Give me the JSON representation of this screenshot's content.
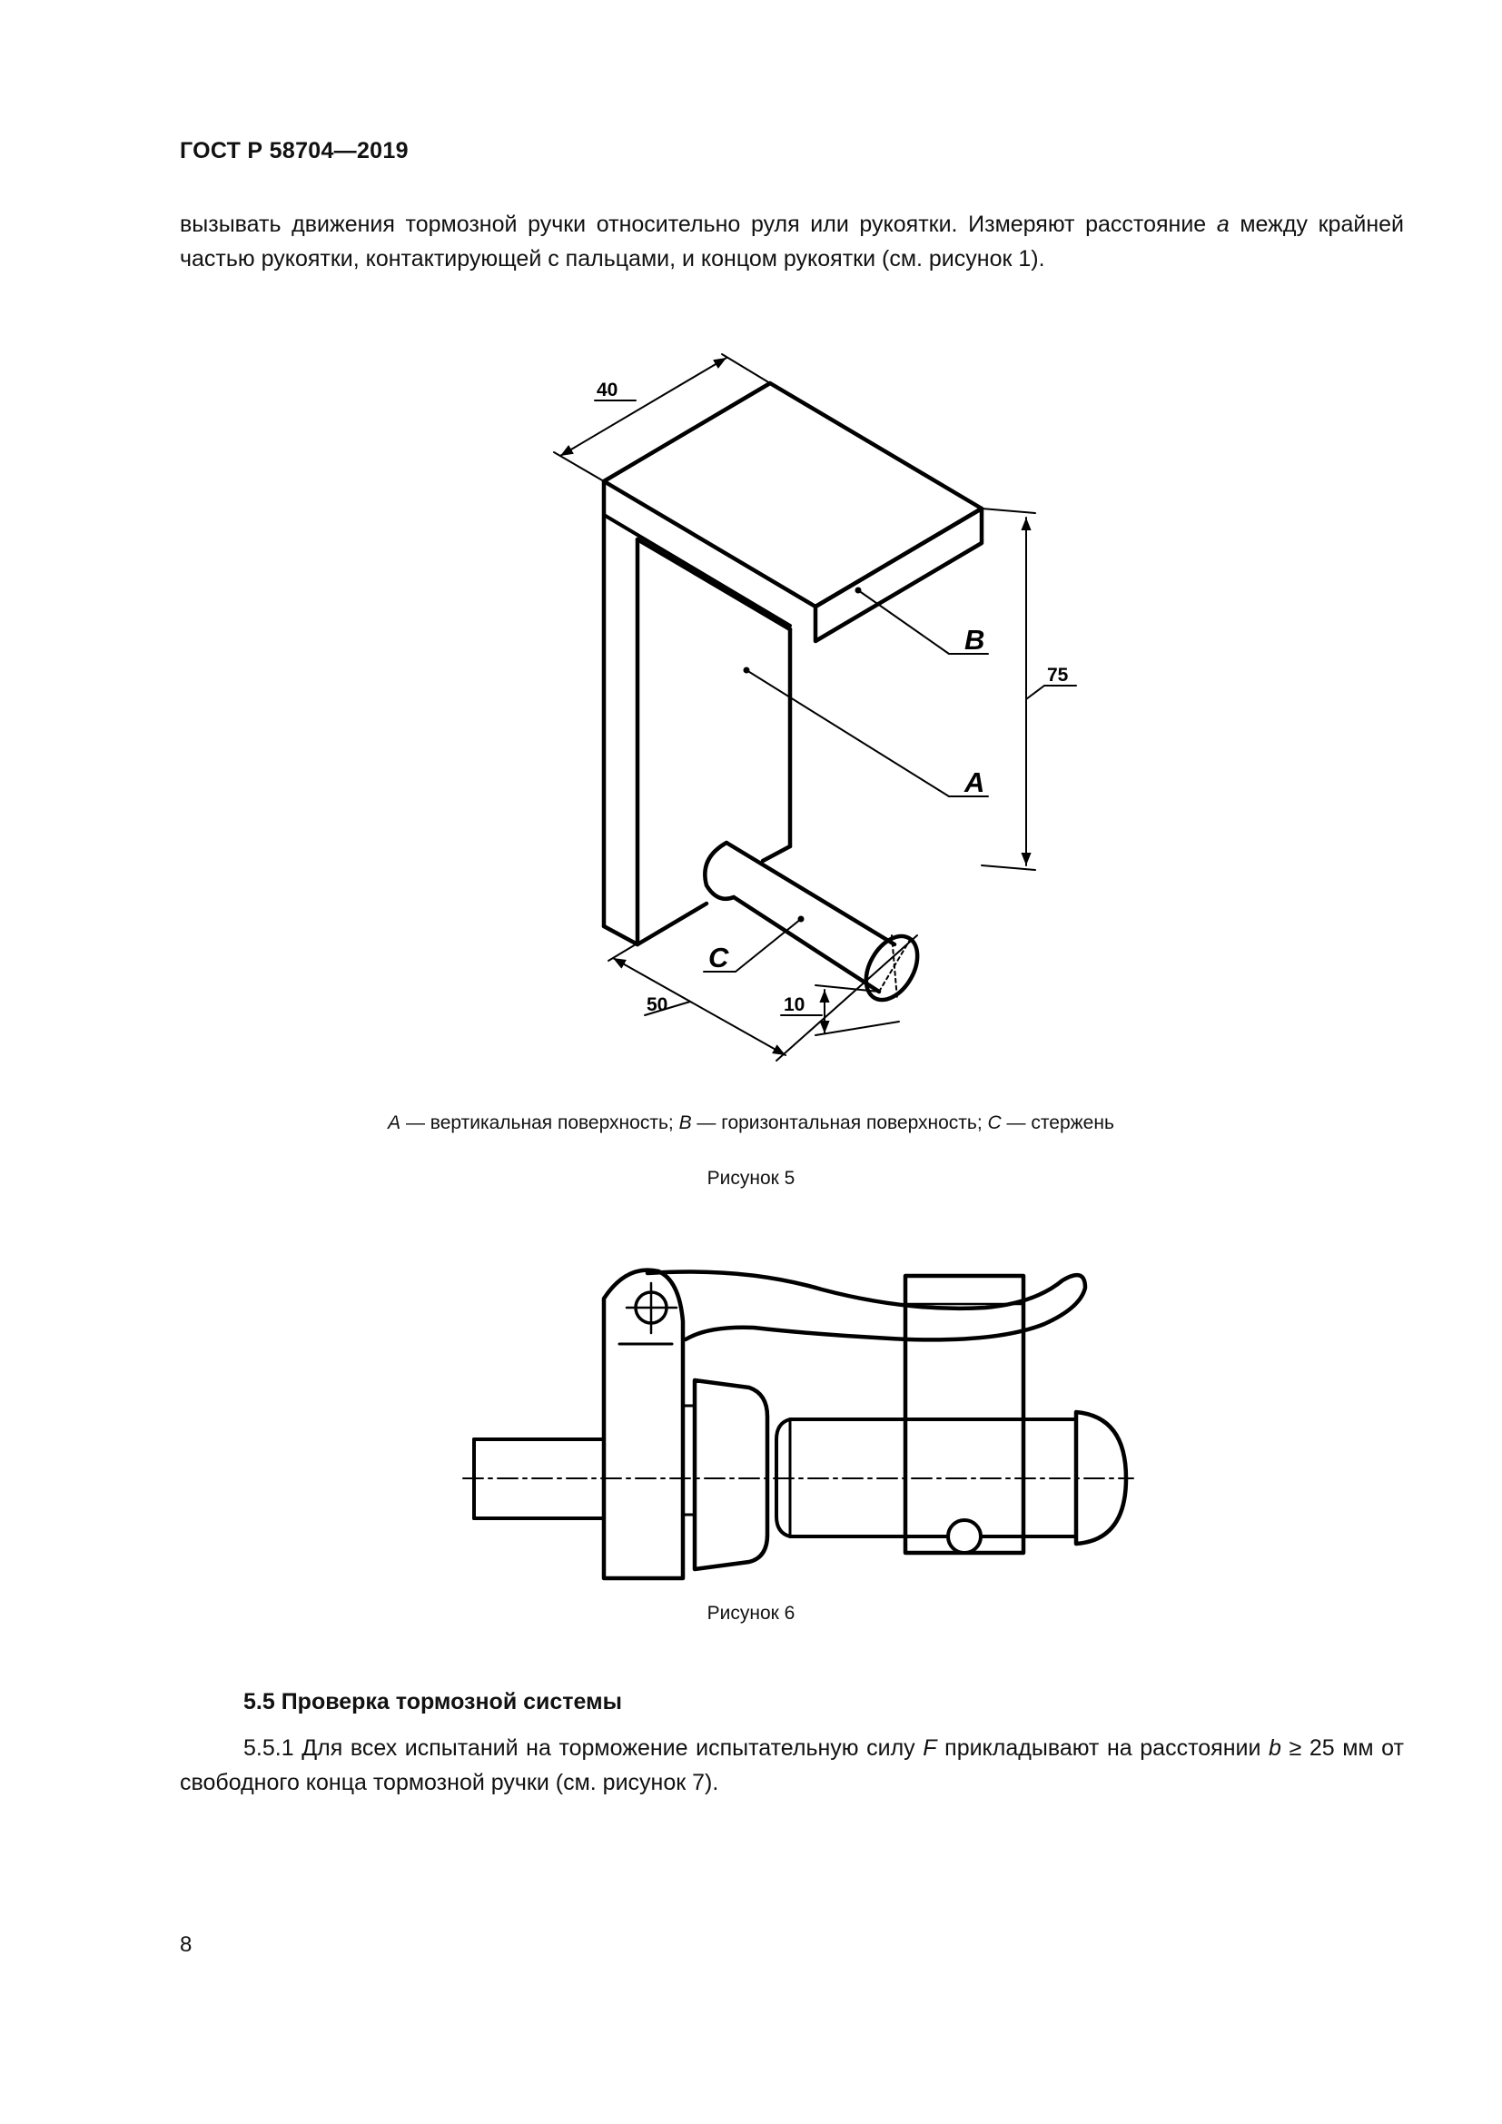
{
  "header": {
    "title": "ГОСТ Р 58704—2019"
  },
  "intro": {
    "text_start": "вызывать движения тормозной ручки относительно руля или рукоятки. Измеряют расстояние ",
    "var_a": "a",
    "text_end": " между крайней частью рукоятки, контактирующей с пальцами, и концом рукоятки (см. рисунок 1)."
  },
  "figure5": {
    "dims": {
      "d40": "40",
      "d75": "75",
      "d50": "50",
      "d10": "10"
    },
    "labels": {
      "A": "A",
      "B": "B",
      "C": "C"
    },
    "legend": {
      "a_key": "A",
      "a_text": " — вертикальная поверхность; ",
      "b_key": "B",
      "b_text": " — горизонтальная поверхность; ",
      "c_key": "C",
      "c_text": " — стержень"
    },
    "caption": "Рисунок 5"
  },
  "figure6": {
    "caption": "Рисунок 6"
  },
  "section": {
    "title": "5.5 Проверка тормозной системы",
    "p1_start": "5.5.1 Для всех испытаний на торможение испытательную силу ",
    "var_F": "F",
    "p1_mid": " прикладывают на расстоянии ",
    "var_b": "b",
    "p1_end": " ≥ 25 мм от свободного конца тормозной ручки (см. рисунок 7)."
  },
  "page_number": "8"
}
